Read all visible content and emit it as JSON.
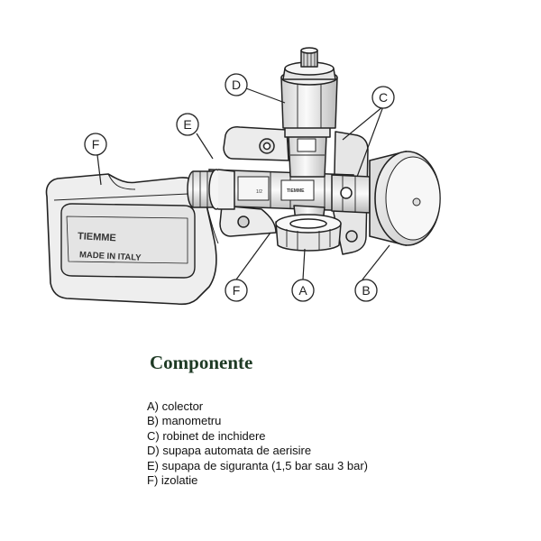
{
  "diagram": {
    "insulation_brand": "TIEMME",
    "insulation_origin": "MADE IN ITALY",
    "pipe_brand": "TIEMME",
    "size_marking": "1/2",
    "callouts": [
      {
        "letter": "A"
      },
      {
        "letter": "B"
      },
      {
        "letter": "C"
      },
      {
        "letter": "D"
      },
      {
        "letter": "E"
      },
      {
        "letter": "F"
      },
      {
        "letter": "F"
      }
    ]
  },
  "title": "Componente",
  "legend": [
    {
      "text": "A) colector"
    },
    {
      "text": "B) manometru"
    },
    {
      "text": "C) robinet de inchidere"
    },
    {
      "text": "D) supapa automata de aerisire"
    },
    {
      "text": "E) supapa de siguranta (1,5 bar sau 3 bar)"
    },
    {
      "text": "F) izolatie"
    }
  ],
  "colors": {
    "title": "#1e3a24",
    "line": "#222222",
    "part_fill": "#f2f2f2",
    "shadow": "#bdbdbd"
  }
}
